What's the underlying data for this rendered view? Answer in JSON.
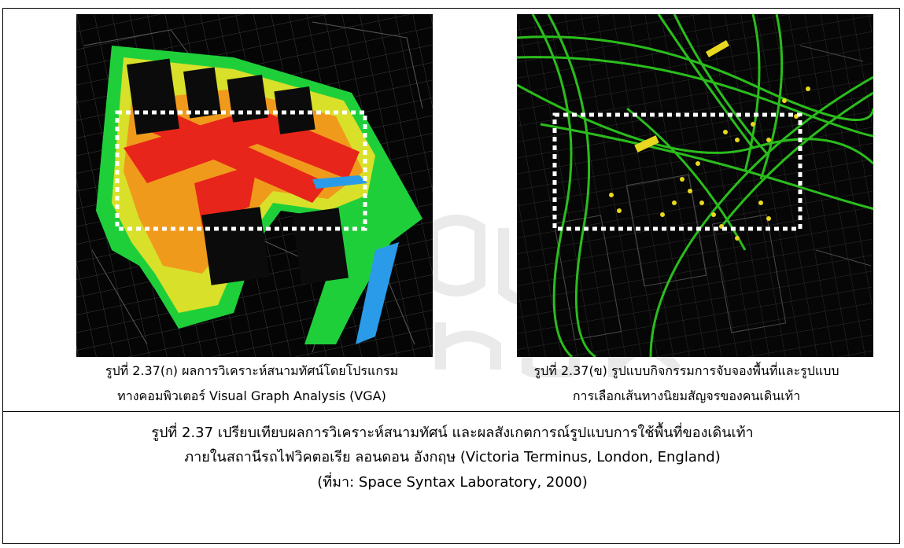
{
  "figure_a": {
    "caption_line1": "รูปที่ 2.37(ก) ผลการวิเคราะห์สนามทัศน์โดยโปรแกรม",
    "caption_line2": "ทางคอมพิวเตอร์ Visual Graph Analysis (VGA)",
    "colors": {
      "high": "#e8251a",
      "mid": "#f09a1c",
      "low": "#1fcf3a",
      "lowest": "#2a9be8"
    }
  },
  "figure_b": {
    "caption_line1": "รูปที่ 2.37(ข) รูปแบบกิจกรรมการจับจองพื้นที่และรูปแบบ",
    "caption_line2": "การเลือกเส้นทางนิยมสัญจรของคนเดินเท้า",
    "colors": {
      "paths": "#2fd11f",
      "activity": "#e8d81f"
    }
  },
  "main_caption": {
    "line1": "รูปที่ 2.37 เปรียบเทียบผลการวิเคราะห์สนามทัศน์ และผลสังเกตการณ์รูปแบบการใช้พื้นที่ของเดินเท้า",
    "line2": "ภายในสถานีรถไฟวิคตอเรีย ลอนดอน อังกฤษ (Victoria Terminus, London, England)",
    "line3": "(ที่มา: Space Syntax Laboratory, 2000)"
  }
}
